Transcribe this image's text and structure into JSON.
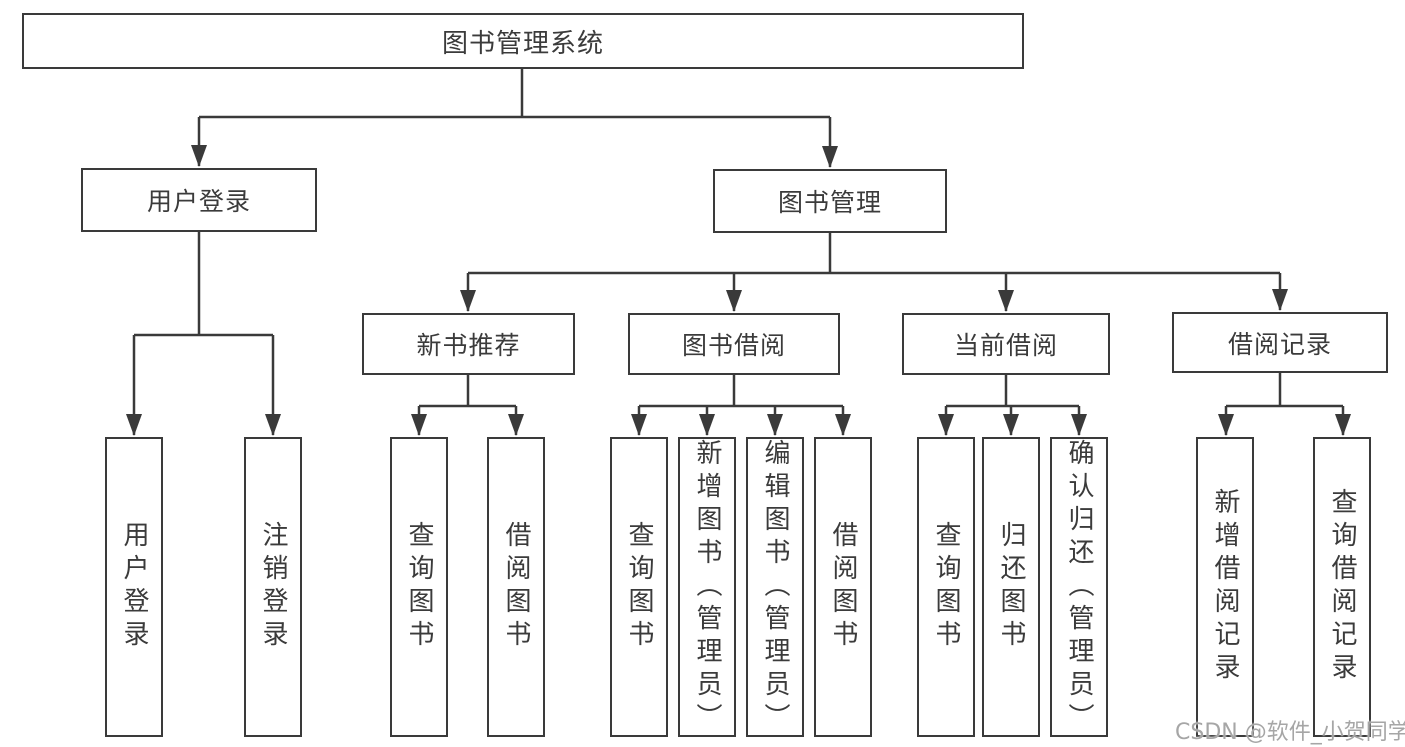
{
  "diagram": {
    "root": {
      "label": "图书管理系统"
    },
    "branches": [
      {
        "label": "用户登录",
        "children": [
          {
            "label": "用户登录"
          },
          {
            "label": "注销登录"
          }
        ]
      },
      {
        "label": "图书管理",
        "children": [
          {
            "label": "新书推荐",
            "children": [
              {
                "label": "查询图书"
              },
              {
                "label": "借阅图书"
              }
            ]
          },
          {
            "label": "图书借阅",
            "children": [
              {
                "label": "查询图书"
              },
              {
                "label": "新增图书（管理员）"
              },
              {
                "label": "编辑图书（管理员）"
              },
              {
                "label": "借阅图书"
              }
            ]
          },
          {
            "label": "当前借阅",
            "children": [
              {
                "label": "查询图书"
              },
              {
                "label": "归还图书"
              },
              {
                "label": "确认归还（管理员）"
              }
            ]
          },
          {
            "label": "借阅记录",
            "children": [
              {
                "label": "新增借阅记录"
              },
              {
                "label": "查询借阅记录"
              }
            ]
          }
        ]
      }
    ]
  },
  "watermark": {
    "text": "CSDN @软件_小贺同学"
  },
  "colors": {
    "line": "#3a3a3a",
    "text": "#3b3b3b",
    "box_background": "#ffffff",
    "page_background": "#ffffff",
    "watermark_gray": "#a6a6a6"
  }
}
